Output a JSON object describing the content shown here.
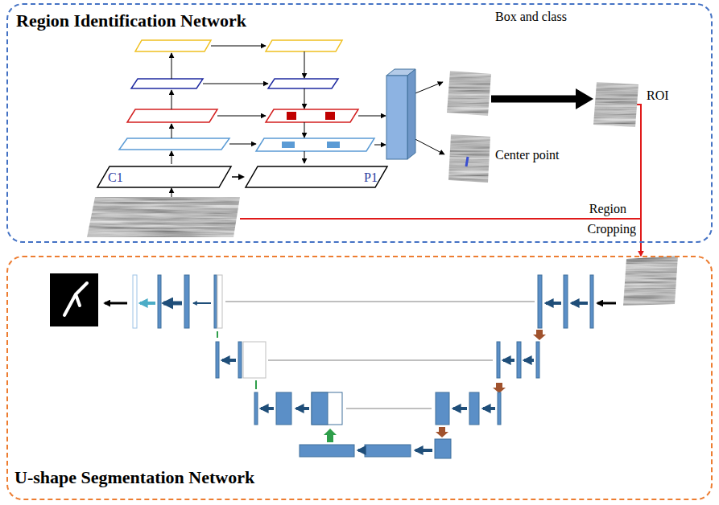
{
  "diagram": {
    "nodes": [
      {
        "text": [
          "Region Identification Network"
        ]
      },
      {
        "text": [
          "C1"
        ],
        "in": 0
      },
      {
        "text": [
          "P1"
        ],
        "in": 0
      },
      {
        "text": [
          "Box and class"
        ],
        "in": 0
      },
      {
        "text": [
          "Center point"
        ],
        "in": 0
      },
      {
        "text": [
          "ROI"
        ],
        "in": 0
      },
      {
        "text": [
          "U-shape Segmentation Network"
        ]
      }
    ],
    "edges": [
      {
        "from": 1,
        "to": 2,
        "arrow": "to"
      },
      {
        "from": 3,
        "to": 5,
        "arrow": "to"
      }
    ],
    "labels": [
      "Region",
      "Cropping"
    ]
  }
}
